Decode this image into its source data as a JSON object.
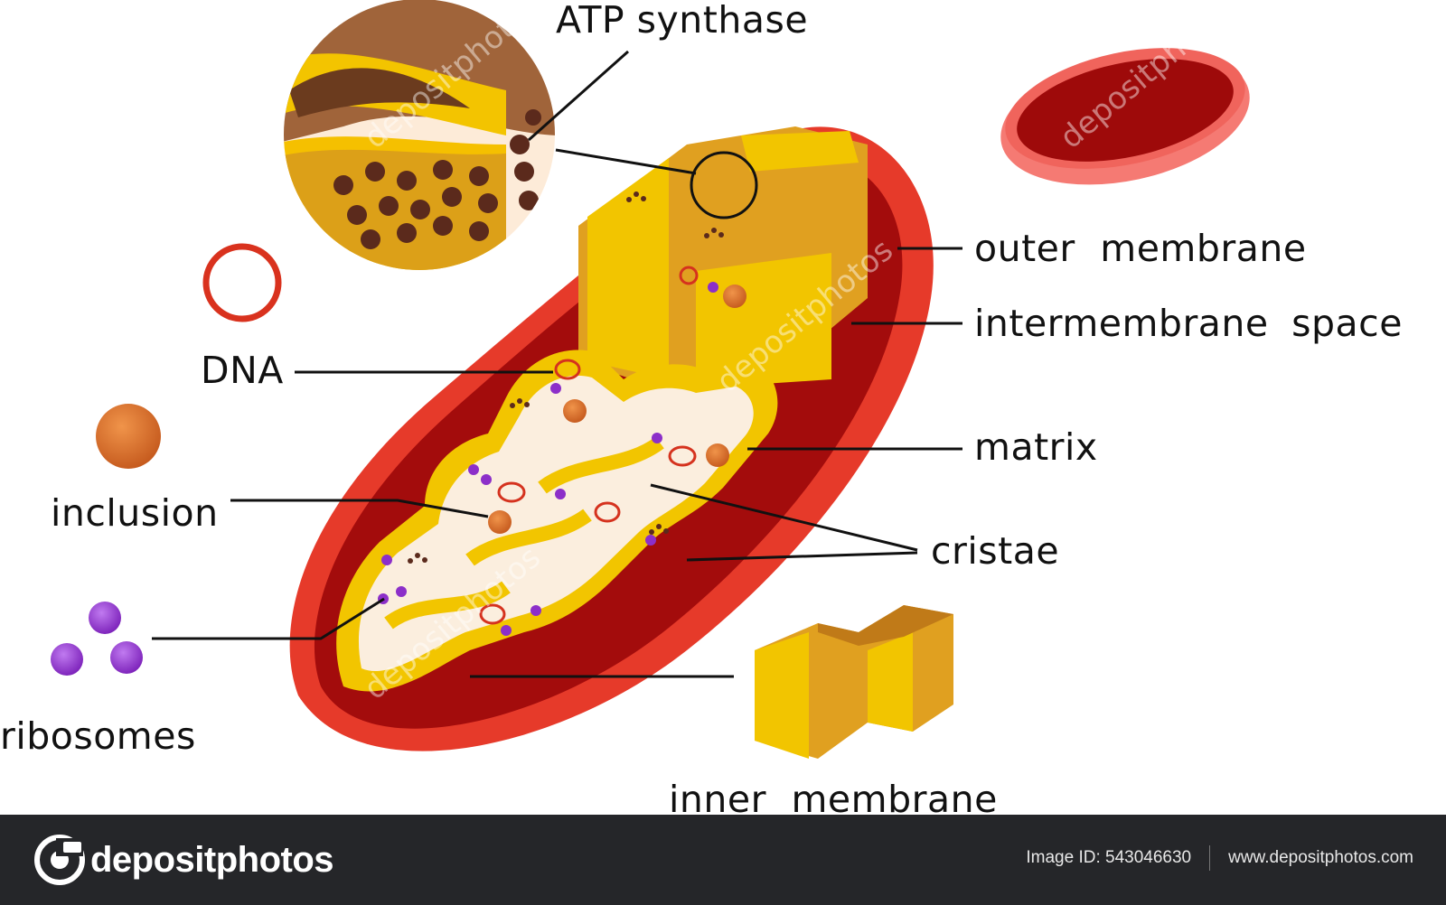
{
  "labels": {
    "atp_synthase": "ATP synthase",
    "outer_membrane": "outer membrane",
    "intermembrane_space": "intermembrane space",
    "dna": "DNA",
    "matrix": "matrix",
    "inclusion": "inclusion",
    "cristae": "cristae",
    "ribosomes": "ribosomes",
    "inner_membrane": "inner membrane"
  },
  "watermark": "depositphotos",
  "footer": {
    "brand": "depositphotos",
    "image_id": "Image ID: 543046630",
    "url": "www.depositphotos.com"
  },
  "colors": {
    "outer_membrane": "#e63a2a",
    "intermembrane": "#a30c0c",
    "inner_membrane": "#f2c500",
    "cristae_wall": "#e0a020",
    "matrix": "#fbeede",
    "ribosome": "#8c2fc9",
    "inclusion": "#d86a25",
    "dna": "#d5321e",
    "atp_synthase": "#5b2a1c",
    "footer_bg": "#252629"
  }
}
